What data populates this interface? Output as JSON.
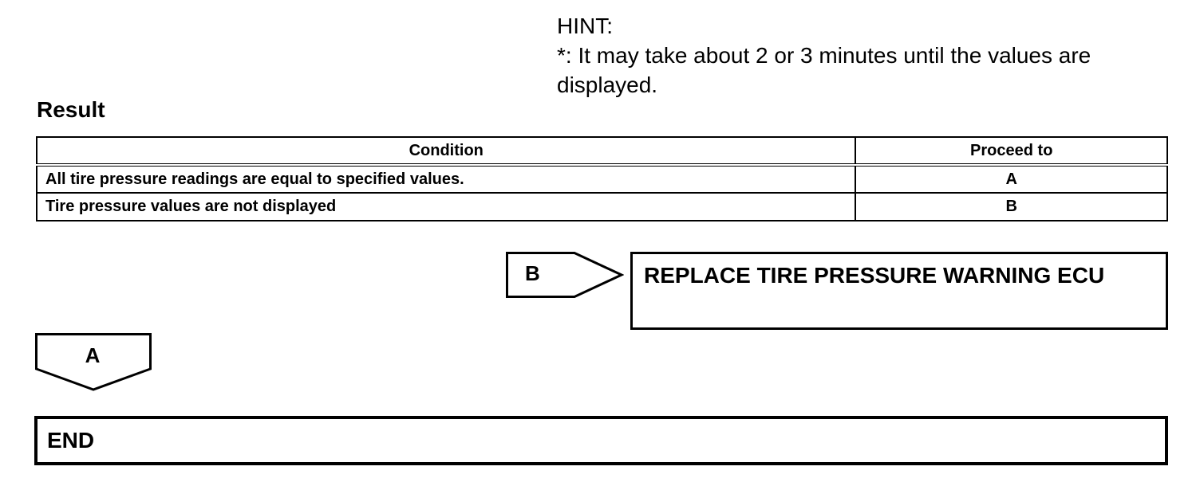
{
  "hint": {
    "label": "HINT:",
    "line1": "*: It may take about 2 or 3 minutes until the values are",
    "line2": "displayed."
  },
  "result": {
    "heading": "Result",
    "columns": [
      "Condition",
      "Proceed to"
    ],
    "rows": [
      {
        "condition": "All tire pressure readings are equal to specified values.",
        "proceed": "A"
      },
      {
        "condition": "Tire pressure values are not displayed",
        "proceed": "B"
      }
    ]
  },
  "branch_b": {
    "label": "B",
    "action": "REPLACE TIRE PRESSURE WARNING ECU"
  },
  "branch_a": {
    "label": "A",
    "action": "END"
  }
}
